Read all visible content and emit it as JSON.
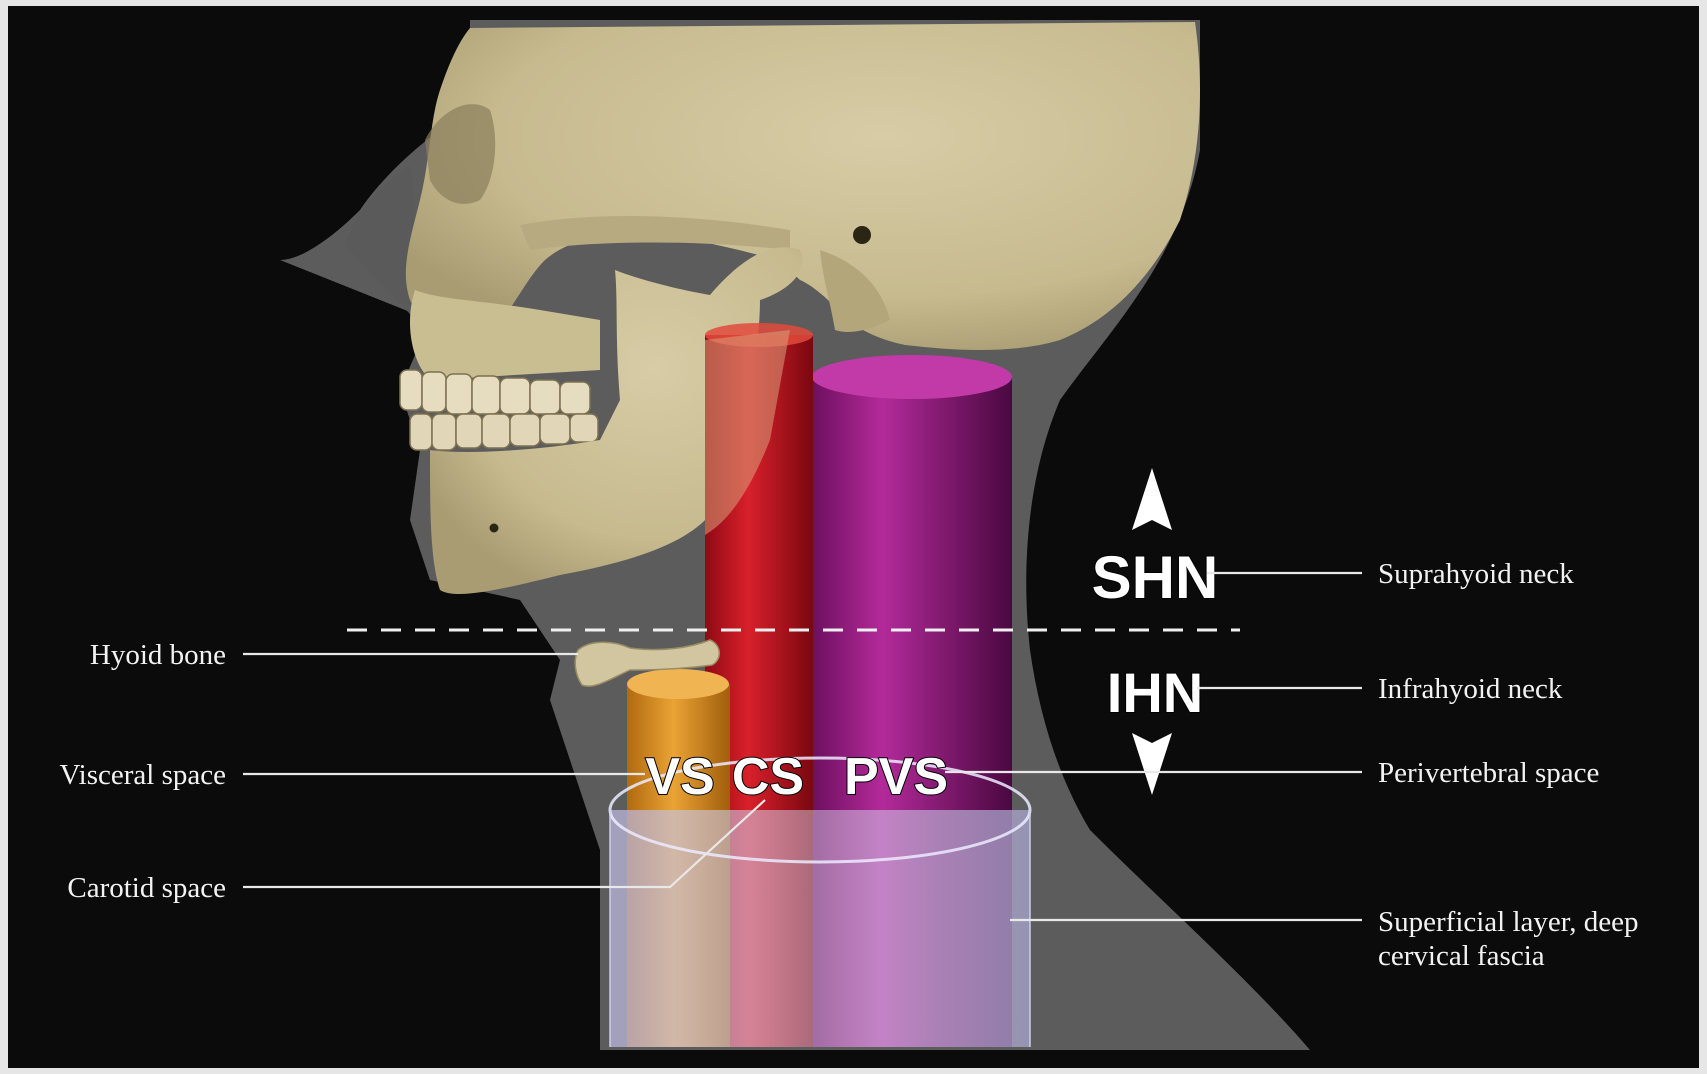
{
  "regions": {
    "suprahyoid_abbr": "SHN",
    "infrahyoid_abbr": "IHN"
  },
  "spaces": {
    "visceral_abbr": "VS",
    "carotid_abbr": "CS",
    "perivertebral_abbr": "PVS"
  },
  "labels": {
    "hyoid_bone": "Hyoid bone",
    "visceral_space": "Visceral space",
    "carotid_space": "Carotid space",
    "suprahyoid_neck": "Suprahyoid neck",
    "infrahyoid_neck": "Infrahyoid neck",
    "perivertebral_space": "Perivertebral space",
    "fascia_line1": "Superficial layer, deep",
    "fascia_line2": "cervical fascia"
  },
  "colors": {
    "background": "#0b0b0b",
    "bone": "#cfc39b",
    "visceral_space": "#e39a2a",
    "carotid_space": "#c4121e",
    "perivertebral_space": "#9a1b86",
    "fascia": "#c9c6e6",
    "silhouette": "#595959"
  }
}
